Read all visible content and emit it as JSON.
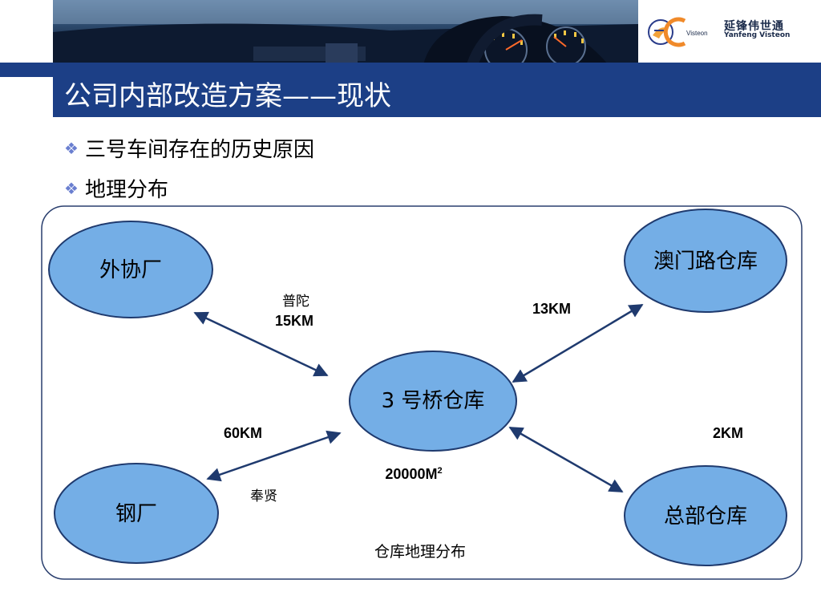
{
  "header": {
    "title": "公司内部改造方案——现状",
    "logo_cn": "延锋伟世通",
    "logo_en": "Yanfeng Visteon",
    "logo_mark_label": "Visteon"
  },
  "bullets": [
    {
      "text": "三号车间存在的历史原因"
    },
    {
      "text": "地理分布"
    }
  ],
  "diagram": {
    "nodes": {
      "waixie": "外协厂",
      "aomen": "澳门路仓库",
      "center": "3 号桥仓库",
      "gang": "钢厂",
      "zongbu": "总部仓库"
    },
    "edges": {
      "waixie_place": "普陀",
      "waixie_dist": "15KM",
      "aomen_dist": "13KM",
      "gang_dist": "60KM",
      "gang_place": "奉贤",
      "zongbu_dist": "2KM"
    },
    "area_value": "20000M",
    "area_sup": "2",
    "caption": "仓库地理分布"
  },
  "colors": {
    "title_bar": "#1c3f86",
    "node_fill": "#74aee6",
    "node_stroke": "#1f3a6e",
    "arrow": "#1f3a6e"
  }
}
